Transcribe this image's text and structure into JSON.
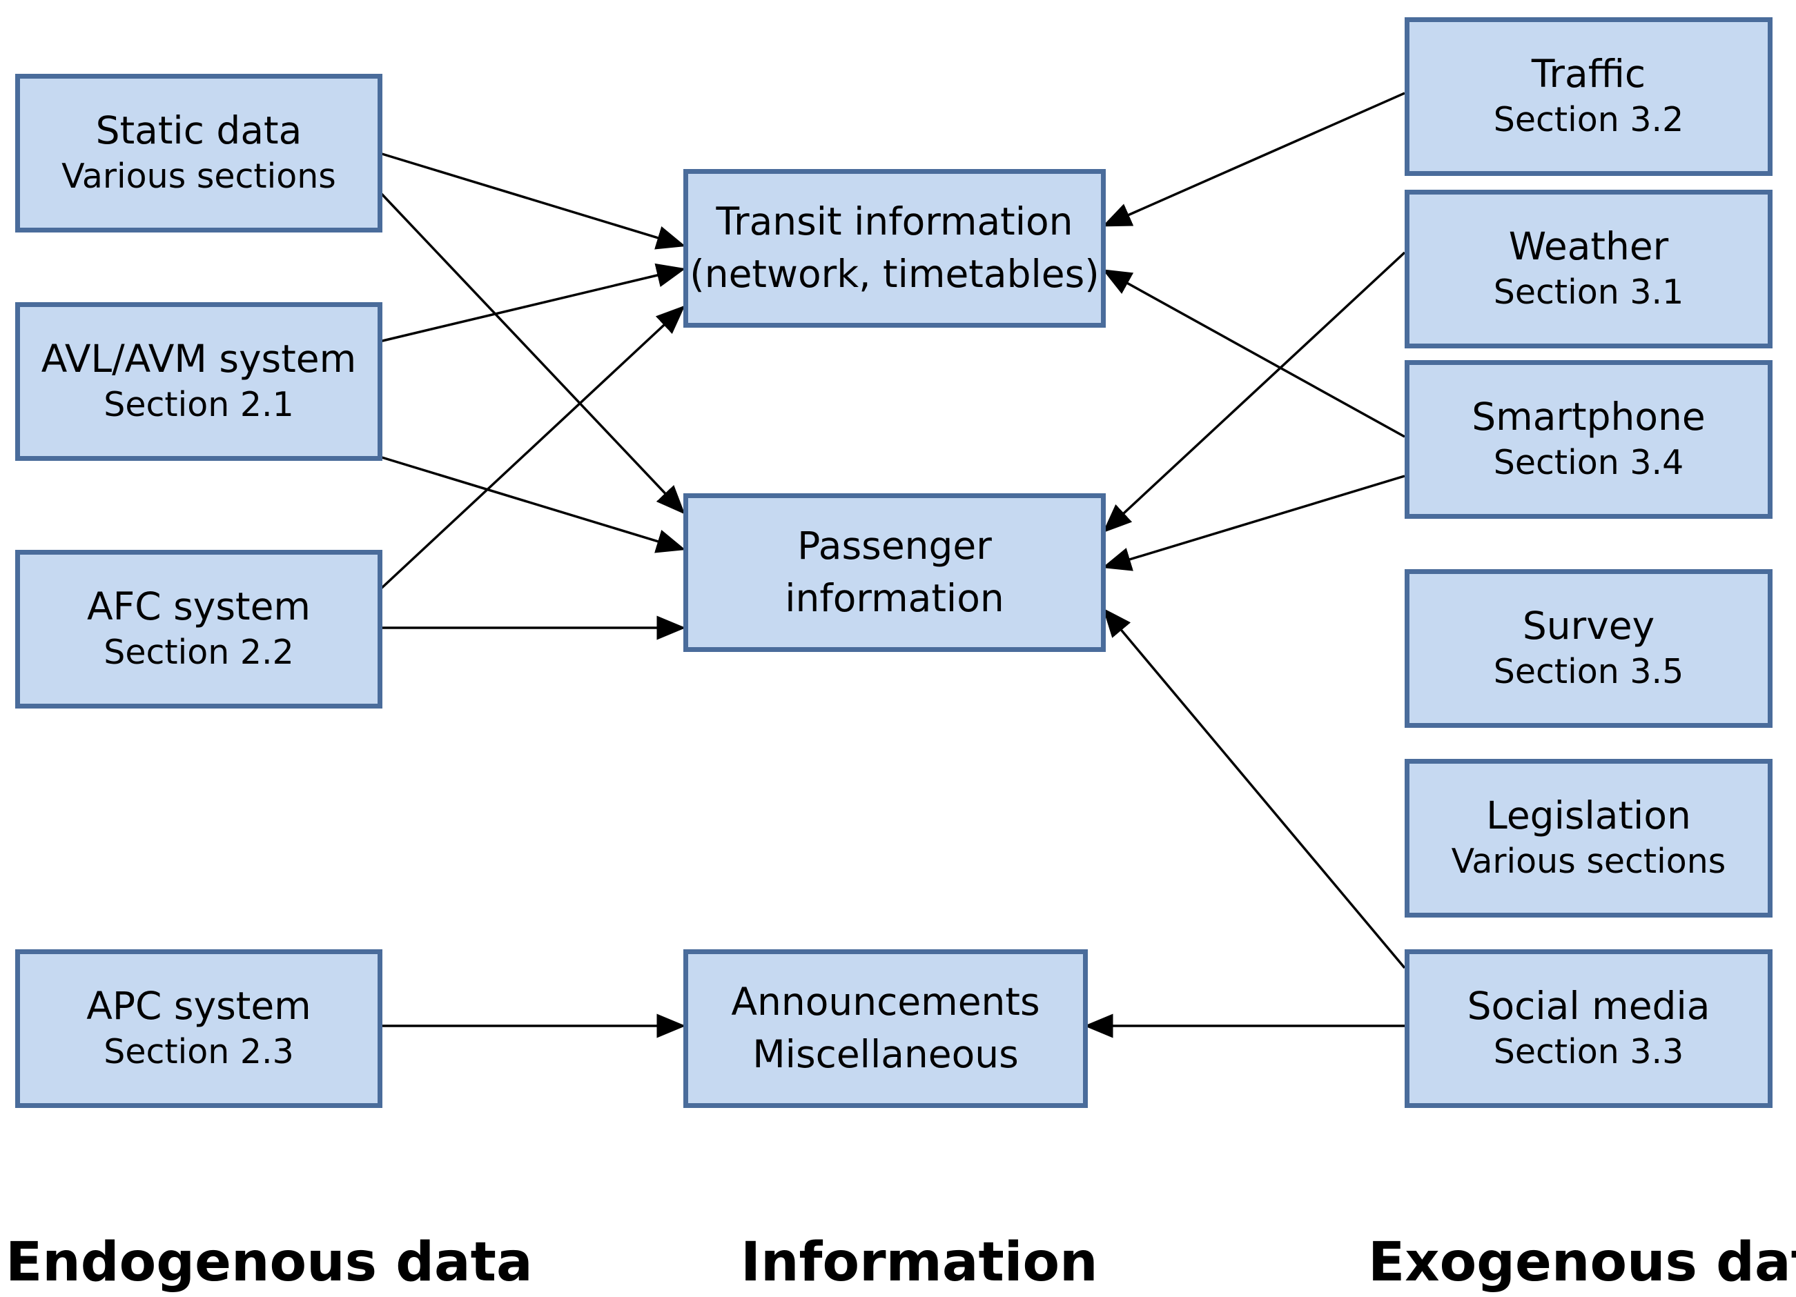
{
  "endogenous": {
    "static": {
      "line1": "Static data",
      "line2": "Various sections"
    },
    "avl": {
      "line1": "AVL/AVM system",
      "line2": "Section 2.1"
    },
    "afc": {
      "line1": "AFC system",
      "line2": "Section 2.2"
    },
    "apc": {
      "line1": "APC system",
      "line2": "Section 2.3"
    }
  },
  "information": {
    "transit": {
      "line1": "Transit information",
      "line2": "(network, timetables)"
    },
    "passenger": {
      "line1": "Passenger",
      "line2": "information"
    },
    "announcements": {
      "line1": "Announcements",
      "line2": "Miscellaneous"
    }
  },
  "exogenous": {
    "traffic": {
      "line1": "Traffic",
      "line2": "Section 3.2"
    },
    "weather": {
      "line1": "Weather",
      "line2": "Section 3.1"
    },
    "smartphone": {
      "line1": "Smartphone",
      "line2": "Section 3.4"
    },
    "survey": {
      "line1": "Survey",
      "line2": "Section 3.5"
    },
    "legislation": {
      "line1": "Legislation",
      "line2": "Various sections"
    },
    "social": {
      "line1": "Social media",
      "line2": "Section 3.3"
    }
  },
  "column_labels": {
    "endogenous": "Endogenous data",
    "information": "Information",
    "exogenous": "Exogenous data"
  },
  "colors": {
    "box_fill": "#c6d9f1",
    "box_border": "#4a6c9b",
    "arrow": "#000000"
  }
}
